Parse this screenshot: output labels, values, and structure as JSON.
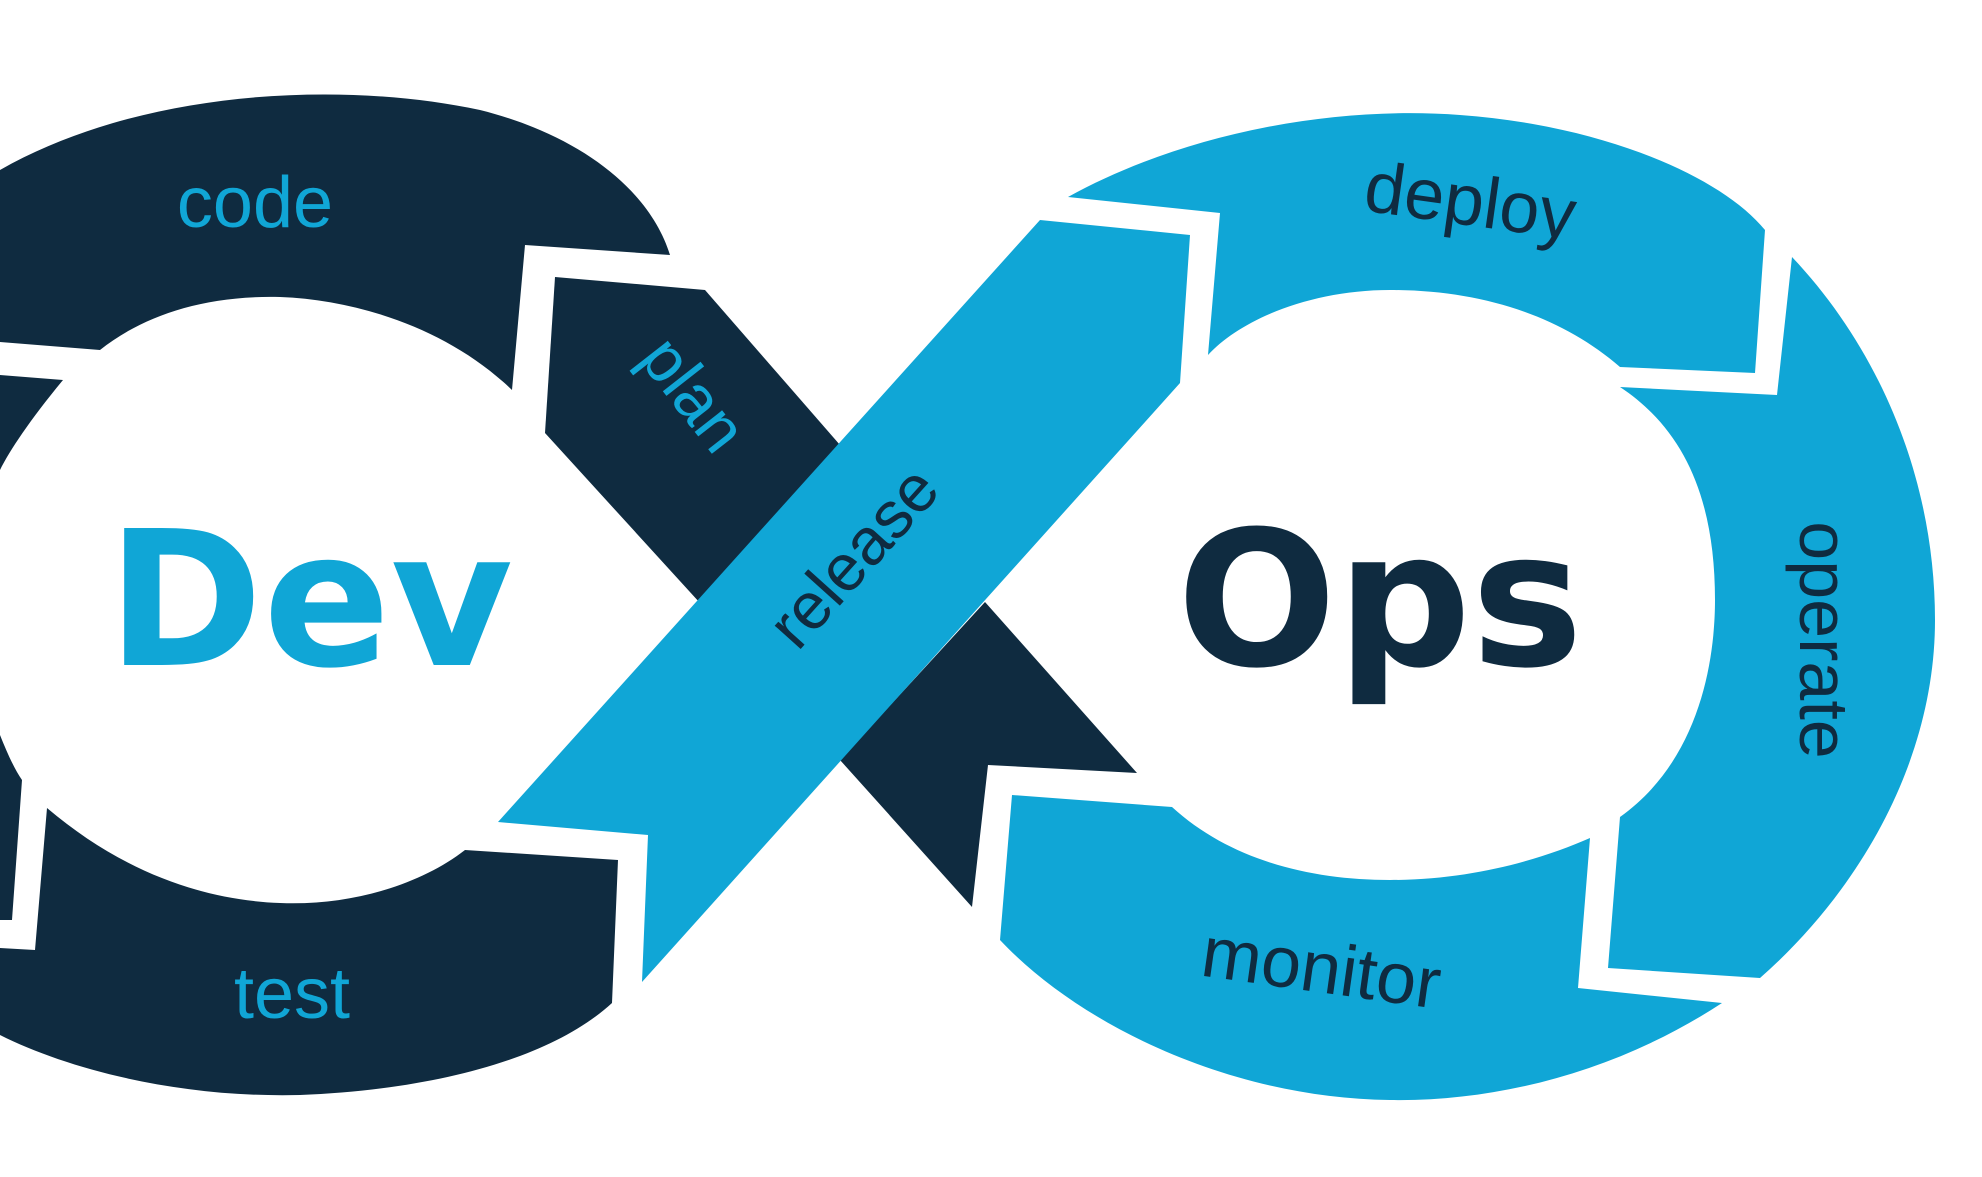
{
  "colors": {
    "dark": "#0f2b40",
    "light": "#10a6d6",
    "background": "#ffffff"
  },
  "dev": {
    "title": "Dev",
    "stages": {
      "code": "code",
      "plan": "plan",
      "test": "test"
    }
  },
  "ops": {
    "title": "Ops",
    "stages": {
      "deploy": "deploy",
      "operate": "operate",
      "monitor": "monitor"
    }
  },
  "center": {
    "release": "release"
  }
}
